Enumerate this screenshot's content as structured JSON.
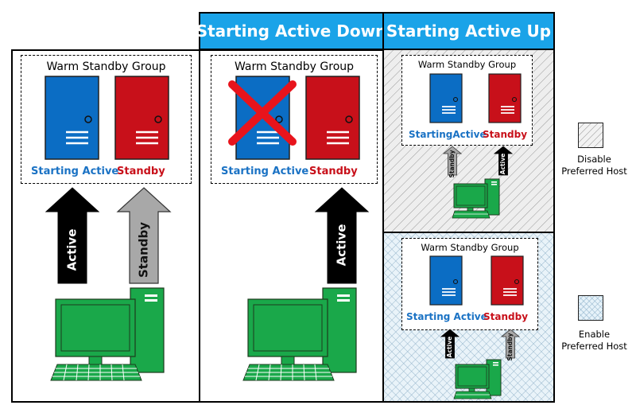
{
  "headers": {
    "active_down": "Starting Active Down",
    "active_up": "Starting Active Up"
  },
  "panel_left": {
    "group_title": "Warm Standby Group",
    "label_starting_active": "Starting Active",
    "label_standby": "Standby",
    "arrow_active": "Active",
    "arrow_standby": "Standby"
  },
  "panel_middle": {
    "group_title": "Warm Standby Group",
    "label_starting_active": "Starting Active",
    "label_standby": "Standby",
    "arrow_active": "Active"
  },
  "panel_right_top": {
    "group_title": "Warm Standby Group",
    "label_starting_active": "StartingActive",
    "label_standby": "Standby",
    "arrow_standby": "Standby",
    "arrow_active": "Active"
  },
  "panel_right_bottom": {
    "group_title": "Warm Standby Group",
    "label_starting_active": "Starting Active",
    "label_standby": "Standby",
    "arrow_active": "Active",
    "arrow_standby": "Standby"
  },
  "legend": {
    "disable_line1": "Disable",
    "disable_line2": "Preferred Host",
    "enable_line1": "Enable",
    "enable_line2": "Preferred Host"
  },
  "colors": {
    "header_blue": "#1aa3e8",
    "server_blue": "#0b6dc4",
    "server_red": "#c8101a",
    "label_blue": "#1a72c4",
    "label_red": "#c8101a",
    "computer_green": "#1aa84a",
    "arrow_black": "#000000",
    "arrow_gray": "#a8a8a8"
  },
  "icons": [
    "server-icon",
    "computer-icon",
    "up-arrow-icon",
    "x-mark-icon"
  ]
}
